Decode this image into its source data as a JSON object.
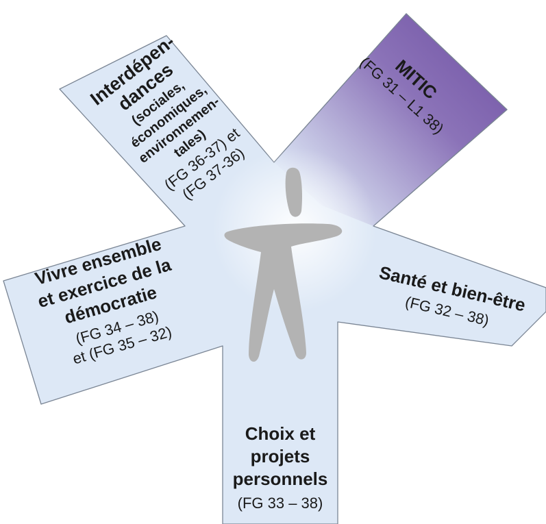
{
  "colors": {
    "arm_fill": "#dde8f6",
    "arm_stroke": "#7a8594",
    "mitic_top": "#6e4fa2",
    "mitic_bottom": "#dde8f6",
    "figure": "#b3b3b3",
    "text": "#1a1a1a"
  },
  "icon": "human-figure-icon",
  "arms": {
    "interdependances": {
      "lines": [
        "Interdépen-",
        "dances",
        "(sociales,",
        "économiques,",
        "environnemen-",
        "tales)",
        "(FG 36-37) et",
        "(FG 37-36)"
      ]
    },
    "mitic": {
      "title": "MITIC",
      "code": "(FG 31 – L1 38)"
    },
    "vivre": {
      "lines": [
        "Vivre ensemble",
        "et exercice de la",
        "démocratie",
        "(FG 34 – 38)",
        "et (FG 35 – 32)"
      ]
    },
    "sante": {
      "title": "Santé et bien-être",
      "code": "(FG 32 – 38)"
    },
    "choix": {
      "lines": [
        "Choix et",
        "projets",
        "personnels",
        "(FG 33 – 38)"
      ]
    }
  }
}
